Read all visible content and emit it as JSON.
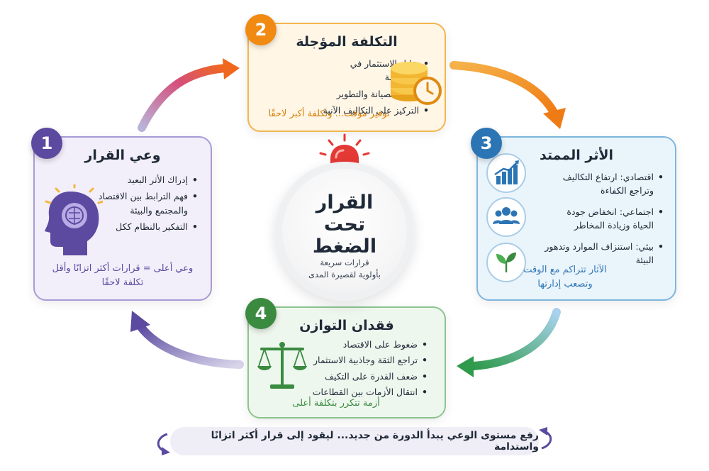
{
  "center": {
    "title_lines": [
      "القرار",
      "تحت",
      "الضغط"
    ],
    "subtitle_lines": [
      "قرارات سريعة",
      "بأولوية لقصيرة المدى"
    ]
  },
  "cards": [
    {
      "number": "1",
      "title": "وعي القرار",
      "bullets": [
        "إدراك الأثر البعيد",
        "فهم الترابط بين الاقتصاد والمجتمع والبيئة",
        "التفكير بالنظام ككل"
      ],
      "footer": "وعي أعلى = قرارات أكثر اتزانًا وأقل تكلفة لاحقًا",
      "color": "#5b4aa0",
      "icon": "head-brain-icon"
    },
    {
      "number": "2",
      "title": "التكلفة المؤجلة",
      "bullets": [
        "تقليل الاستثمار في الاستدامة",
        "تأجيل الصيانة والتطوير",
        "التركيز على التكاليف الآنية"
      ],
      "footer": "توفير مؤقت... وتكلفة أكبر لاحقًا",
      "color": "#f08a12",
      "icon": "coins-clock-icon"
    },
    {
      "number": "3",
      "title": "الأثر الممتد",
      "bullets": [
        "اقتصادي: ارتفاع التكاليف وتراجع الكفاءة",
        "اجتماعي: انخفاض جودة الحياة وزيادة المخاطر",
        "بيئي: استنزاف الموارد وتدهور البيئة"
      ],
      "footer": "الآثار تتراكم مع الوقت وتصعب إدارتها",
      "color": "#2c75b5",
      "icons": [
        "chart-up-icon",
        "people-icon",
        "leaf-icon"
      ]
    },
    {
      "number": "4",
      "title": "فقدان التوازن",
      "bullets": [
        "ضغوط على الاقتصاد",
        "تراجع الثقة وجاذبية الاستثمار",
        "ضعف القدرة على التكيف",
        "انتقال الأزمات بين القطاعات"
      ],
      "footer": "أزمة تتكرر بتكلفة أعلى",
      "color": "#3a8a3f",
      "icon": "scales-icon"
    }
  ],
  "alarm_icon": "siren-icon",
  "footer_text": "رفع مستوى الوعي يبدأ الدورة من جديد... ليقود إلى قرار أكثر اتزانًا واستدامة"
}
